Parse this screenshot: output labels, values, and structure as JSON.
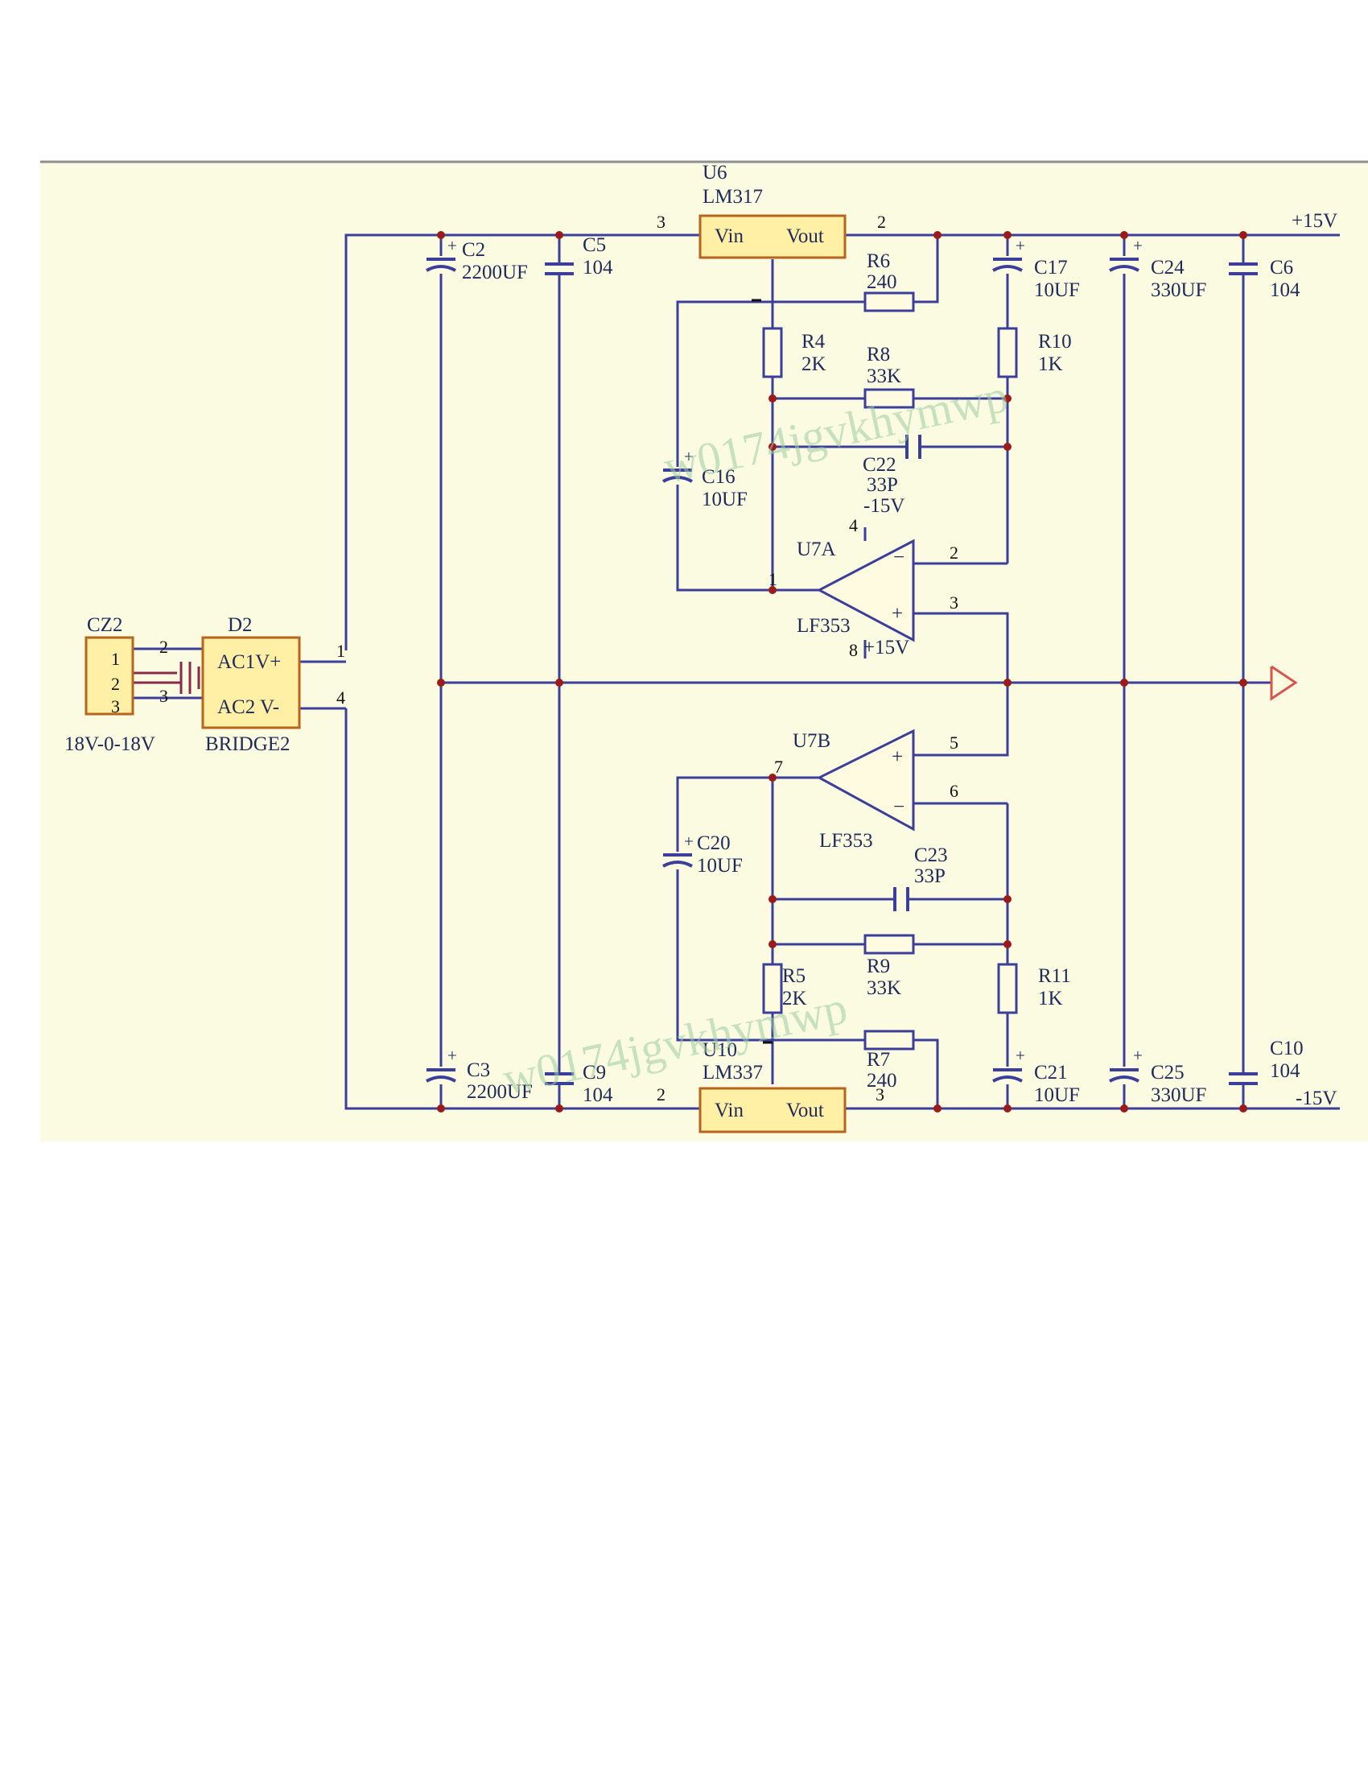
{
  "rails": {
    "pos": "+15V",
    "neg": "-15V"
  },
  "connector": {
    "ref": "CZ2",
    "pins": [
      "1",
      "2",
      "3"
    ],
    "value": "18V-0-18V"
  },
  "bridge": {
    "ref": "D2",
    "pin_top": "AC1V+",
    "pin_bottom": "AC2 V-",
    "value": "BRIDGE2",
    "wire_pin1": "2",
    "wire_pin2": "3",
    "out_pin_top": "1",
    "out_pin_bottom": "4"
  },
  "reg_pos": {
    "ref": "U6",
    "part": "LM317",
    "vin": "Vin",
    "vout": "Vout",
    "pin_in": "3",
    "pin_out": "2"
  },
  "reg_neg": {
    "ref": "U10",
    "part": "LM337",
    "vin": "Vin",
    "vout": "Vout",
    "pin_in": "2",
    "pin_out": "3"
  },
  "opamp_a": {
    "ref": "U7A",
    "part": "LF353",
    "pin_out": "1",
    "pin_inv": "2",
    "pin_noninv": "3",
    "pin_vneg": "4",
    "pin_vpos": "8",
    "supply_neg": "-15V",
    "supply_pos": "+15V"
  },
  "opamp_b": {
    "ref": "U7B",
    "part": "LF353",
    "pin_out": "7",
    "pin_noninv": "5",
    "pin_inv": "6"
  },
  "caps": {
    "c2": {
      "ref": "C2",
      "value": "2200UF"
    },
    "c5": {
      "ref": "C5",
      "value": "104"
    },
    "c17": {
      "ref": "C17",
      "value": "10UF"
    },
    "c24": {
      "ref": "C24",
      "value": "330UF"
    },
    "c6": {
      "ref": "C6",
      "value": "104"
    },
    "c16": {
      "ref": "C16",
      "value": "10UF"
    },
    "c22": {
      "ref": "C22",
      "value": "33P"
    },
    "c20": {
      "ref": "C20",
      "value": "10UF"
    },
    "c23": {
      "ref": "C23",
      "value": "33P"
    },
    "c3": {
      "ref": "C3",
      "value": "2200UF"
    },
    "c9": {
      "ref": "C9",
      "value": "104"
    },
    "c21": {
      "ref": "C21",
      "value": "10UF"
    },
    "c25": {
      "ref": "C25",
      "value": "330UF"
    },
    "c10": {
      "ref": "C10",
      "value": "104"
    }
  },
  "resistors": {
    "r6": {
      "ref": "R6",
      "value": "240"
    },
    "r4": {
      "ref": "R4",
      "value": "2K"
    },
    "r8": {
      "ref": "R8",
      "value": "33K"
    },
    "r10": {
      "ref": "R10",
      "value": "1K"
    },
    "r9": {
      "ref": "R9",
      "value": "33K"
    },
    "r5": {
      "ref": "R5",
      "value": "2K"
    },
    "r11": {
      "ref": "R11",
      "value": "1K"
    },
    "r7": {
      "ref": "R7",
      "value": "240"
    }
  },
  "watermark": "w0174jgvkhymwp",
  "colors": {
    "background": "#fbfbe2",
    "wire": "#3b3f9b",
    "junction": "#9b1b1b",
    "ic_fill": "#fff0a6",
    "ic_border": "#b7641c",
    "ground": "#d9534f"
  }
}
